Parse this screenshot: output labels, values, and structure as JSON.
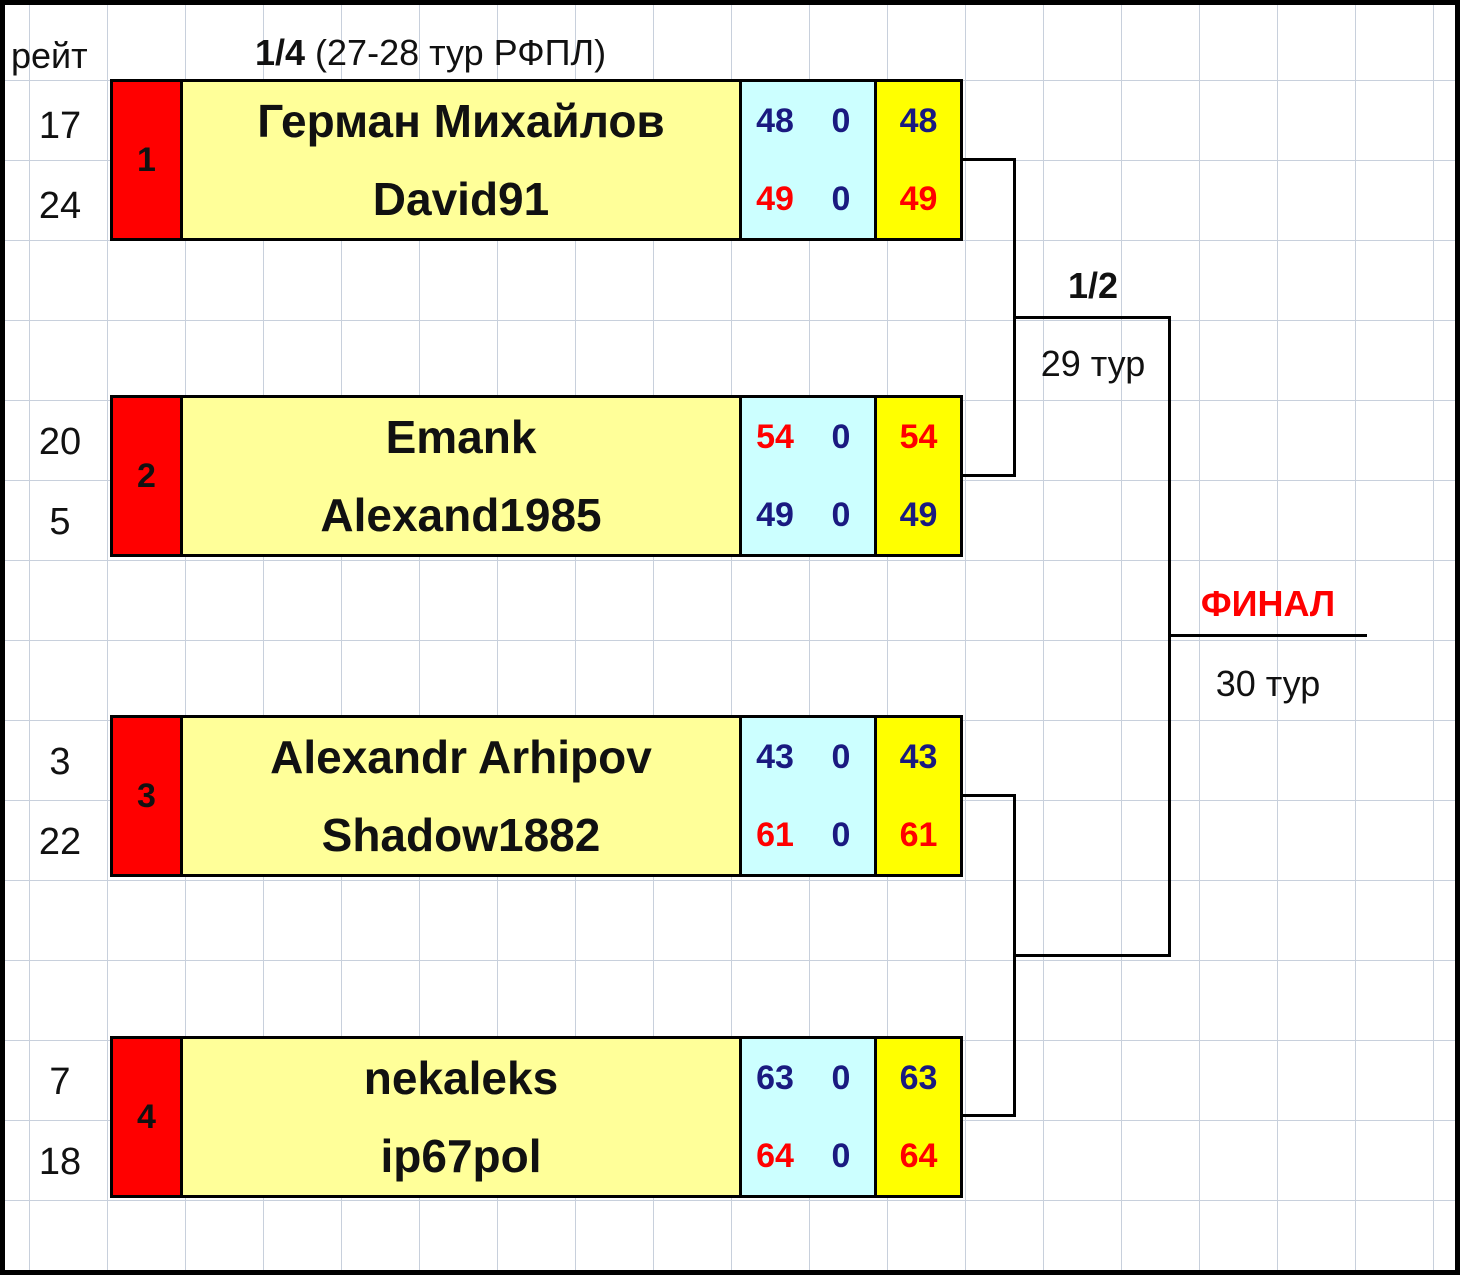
{
  "header": {
    "rating_label": "рейт",
    "stage_bold": "1/4",
    "stage_rest": " (27-28 тур РФПЛ)"
  },
  "colors": {
    "win": "#ff0000",
    "lose": "#1a1a80",
    "neutral": "#1a1a80"
  },
  "matches": [
    {
      "seed": "1",
      "players": [
        {
          "rating": "17",
          "name": "Герман Михайлов",
          "s1": "48",
          "s2": "0",
          "total": "48",
          "result": "lose"
        },
        {
          "rating": "24",
          "name": "David91",
          "s1": "49",
          "s2": "0",
          "total": "49",
          "result": "win"
        }
      ]
    },
    {
      "seed": "2",
      "players": [
        {
          "rating": "20",
          "name": "Emank",
          "s1": "54",
          "s2": "0",
          "total": "54",
          "result": "win"
        },
        {
          "rating": "5",
          "name": "Alexand1985",
          "s1": "49",
          "s2": "0",
          "total": "49",
          "result": "lose"
        }
      ]
    },
    {
      "seed": "3",
      "players": [
        {
          "rating": "3",
          "name": "Alexandr Arhipov",
          "s1": "43",
          "s2": "0",
          "total": "43",
          "result": "lose"
        },
        {
          "rating": "22",
          "name": "Shadow1882",
          "s1": "61",
          "s2": "0",
          "total": "61",
          "result": "win"
        }
      ]
    },
    {
      "seed": "4",
      "players": [
        {
          "rating": "7",
          "name": "nekaleks",
          "s1": "63",
          "s2": "0",
          "total": "63",
          "result": "lose"
        },
        {
          "rating": "18",
          "name": "ip67pol",
          "s1": "64",
          "s2": "0",
          "total": "64",
          "result": "win"
        }
      ]
    }
  ],
  "semifinal": {
    "label": "1/2",
    "round": "29 тур"
  },
  "final": {
    "label": "ФИНАЛ",
    "round": "30 тур",
    "color": "#ff0000"
  }
}
